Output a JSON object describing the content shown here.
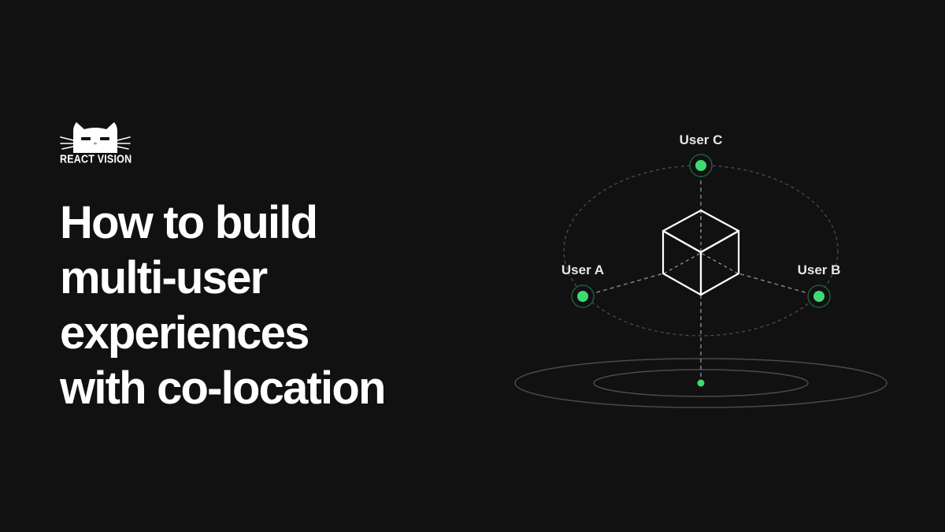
{
  "brand": {
    "name": "REACT VISION",
    "logo_icon": "cat-head-icon"
  },
  "headline": {
    "lines": [
      "How to build",
      "multi-user",
      "experiences",
      "with co-location"
    ]
  },
  "diagram": {
    "users": [
      {
        "id": "a",
        "label": "User A"
      },
      {
        "id": "b",
        "label": "User B"
      },
      {
        "id": "c",
        "label": "User C"
      }
    ],
    "center_icon": "cube-icon"
  },
  "colors": {
    "background": "#111111",
    "text": "#ffffff",
    "accent": "#3ddc73",
    "line": "#8a8a8a"
  }
}
